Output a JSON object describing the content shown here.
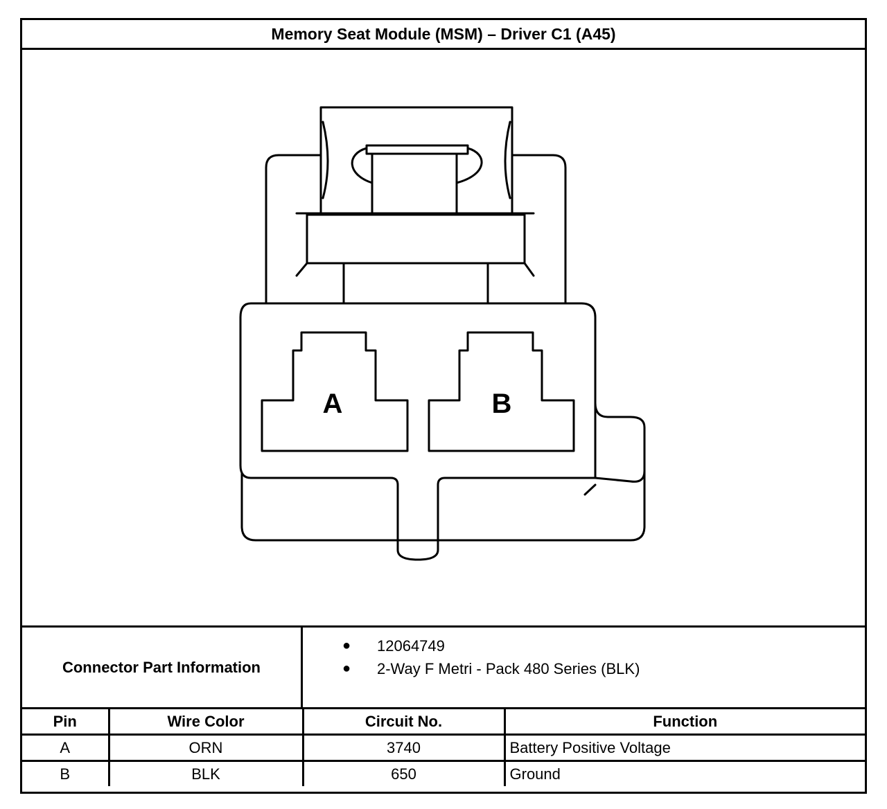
{
  "title": "Memory Seat Module (MSM) – Driver C1 (A45)",
  "connector_diagram": {
    "cavity_a_label": "A",
    "cavity_b_label": "B"
  },
  "connector_info": {
    "label": "Connector Part Information",
    "items": [
      "12064749",
      "2-Way F Metri - Pack 480 Series (BLK)"
    ]
  },
  "pin_table": {
    "headers": {
      "pin": "Pin",
      "wire_color": "Wire Color",
      "circuit_no": "Circuit No.",
      "function": "Function"
    },
    "rows": [
      {
        "pin": "A",
        "wire_color": "ORN",
        "circuit_no": "3740",
        "function": "Battery Positive Voltage"
      },
      {
        "pin": "B",
        "wire_color": "BLK",
        "circuit_no": "650",
        "function": "Ground"
      }
    ]
  }
}
